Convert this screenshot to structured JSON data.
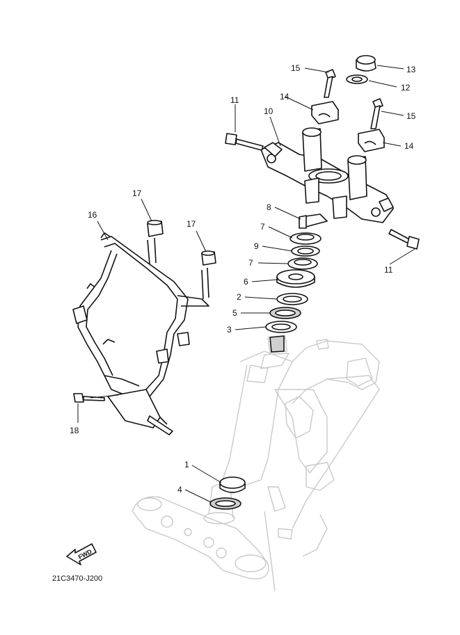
{
  "diagram": {
    "code": "21C3470-J200",
    "fwd_label": "FWD",
    "callouts": [
      {
        "id": "c1",
        "label": "1"
      },
      {
        "id": "c2",
        "label": "2"
      },
      {
        "id": "c3",
        "label": "3"
      },
      {
        "id": "c4",
        "label": "4"
      },
      {
        "id": "c5",
        "label": "5"
      },
      {
        "id": "c6",
        "label": "6"
      },
      {
        "id": "c7a",
        "label": "7"
      },
      {
        "id": "c7b",
        "label": "7"
      },
      {
        "id": "c8",
        "label": "8"
      },
      {
        "id": "c9",
        "label": "9"
      },
      {
        "id": "c10",
        "label": "10"
      },
      {
        "id": "c11a",
        "label": "11"
      },
      {
        "id": "c11b",
        "label": "11"
      },
      {
        "id": "c12",
        "label": "12"
      },
      {
        "id": "c13",
        "label": "13"
      },
      {
        "id": "c14a",
        "label": "14"
      },
      {
        "id": "c14b",
        "label": "14"
      },
      {
        "id": "c15a",
        "label": "15"
      },
      {
        "id": "c15b",
        "label": "15"
      },
      {
        "id": "c16",
        "label": "16"
      },
      {
        "id": "c17a",
        "label": "17"
      },
      {
        "id": "c17b",
        "label": "17"
      },
      {
        "id": "c18",
        "label": "18"
      }
    ]
  }
}
